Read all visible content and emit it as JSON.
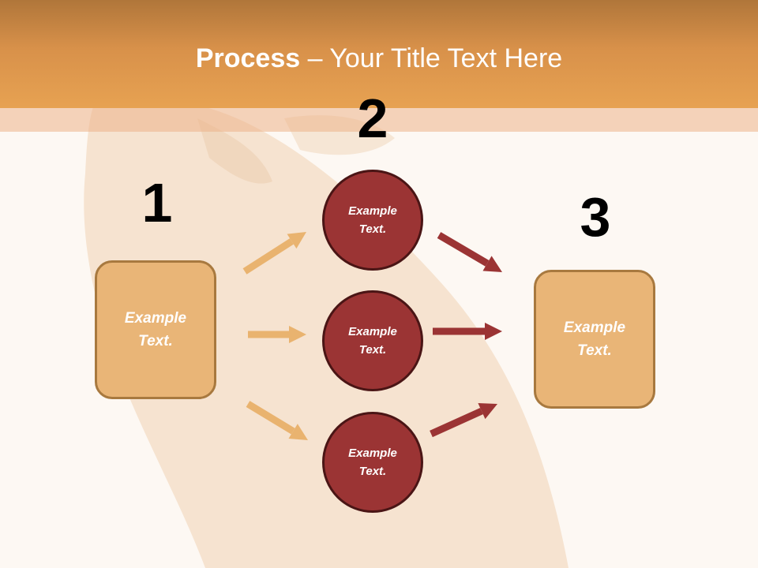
{
  "slide": {
    "title_bold": "Process",
    "title_rest": " – Your Title Text Here"
  },
  "steps": [
    {
      "number": "1",
      "label": "Example Text."
    },
    {
      "number": "2",
      "items": [
        "Example Text.",
        "Example Text.",
        "Example Text."
      ]
    },
    {
      "number": "3",
      "label": "Example Text."
    }
  ],
  "colors": {
    "header": "#e7a252",
    "box_fill": "#e9b577",
    "circle_fill": "#9b3434",
    "arrow_light": "#e9b36f",
    "arrow_dark": "#9b3434"
  }
}
